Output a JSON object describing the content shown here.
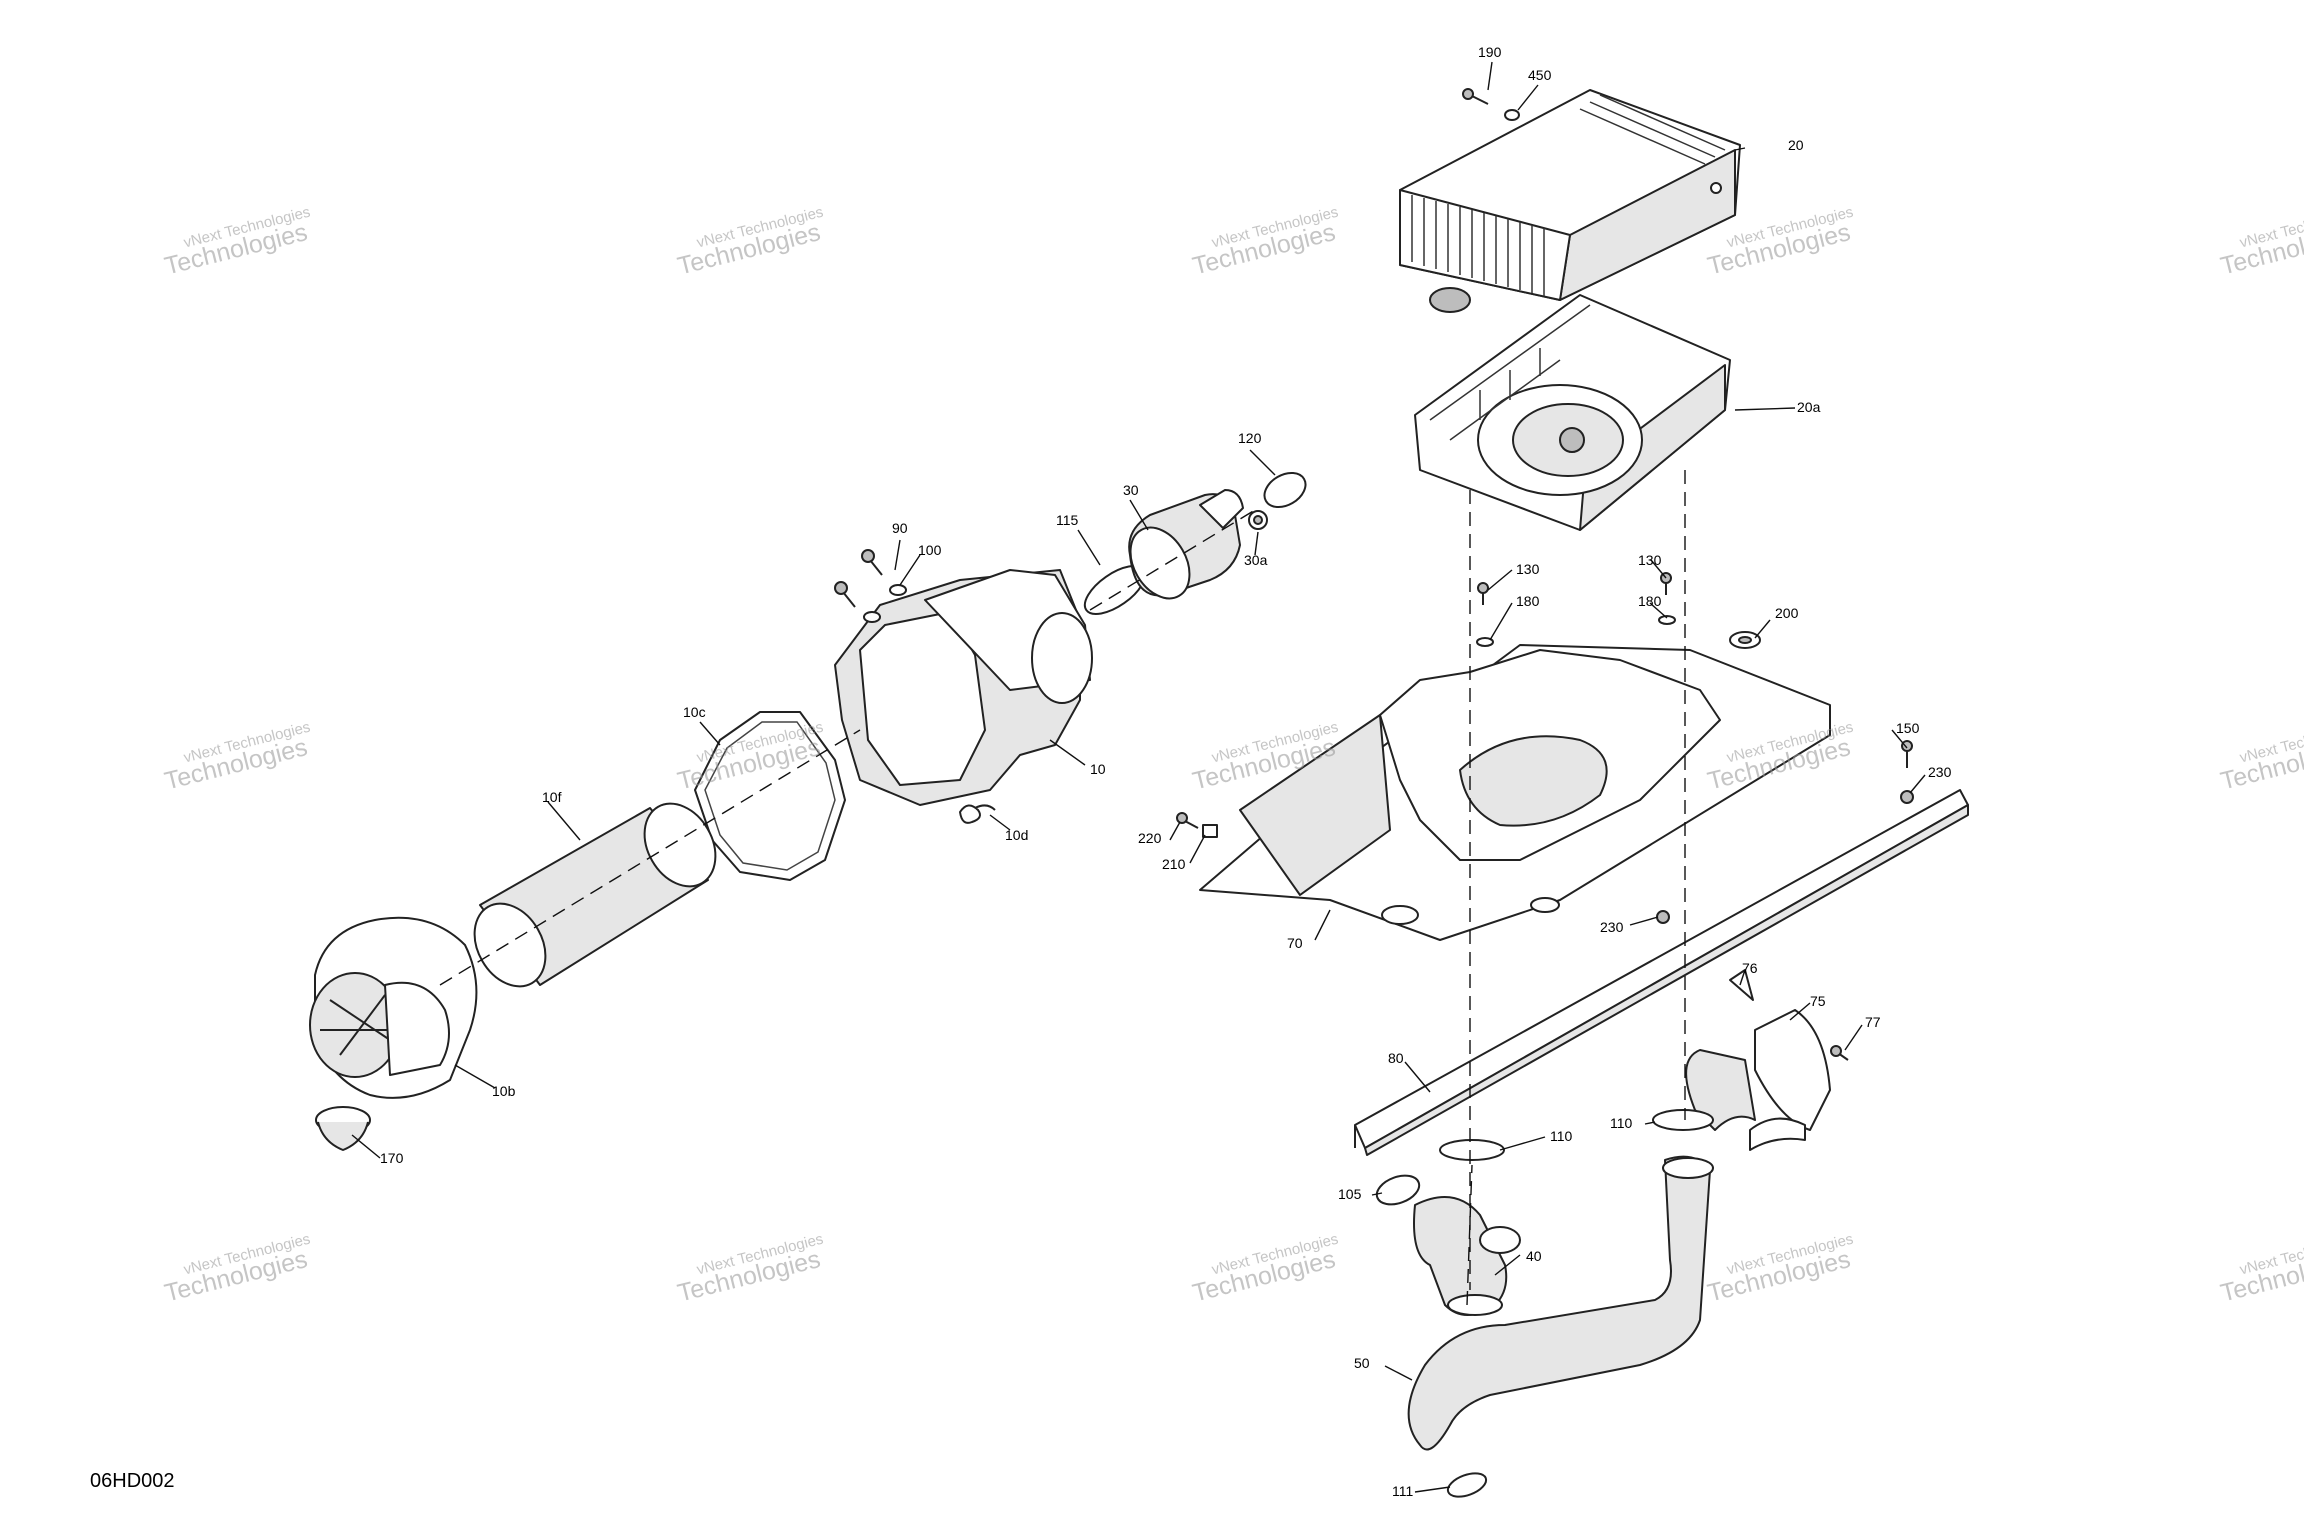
{
  "figure_code": "06HD002",
  "watermark": {
    "line1": "vNext Technologies",
    "line2": "Technologies"
  },
  "callouts": {
    "c190": "190",
    "c450": "450",
    "c20": "20",
    "c20a": "20a",
    "c120": "120",
    "c30": "30",
    "c30a": "30a",
    "c115": "115",
    "c90": "90",
    "c100": "100",
    "c10": "10",
    "c10c": "10c",
    "c10d": "10d",
    "c10f": "10f",
    "c10b": "10b",
    "c170": "170",
    "c130a": "130",
    "c130b": "130",
    "c180a": "180",
    "c180b": "180",
    "c200": "200",
    "c150": "150",
    "c230a": "230",
    "c230b": "230",
    "c220": "220",
    "c210": "210",
    "c70": "70",
    "c76": "76",
    "c75": "75",
    "c77": "77",
    "c80": "80",
    "c110a": "110",
    "c110b": "110",
    "c105": "105",
    "c40": "40",
    "c50": "50",
    "c111": "111"
  }
}
